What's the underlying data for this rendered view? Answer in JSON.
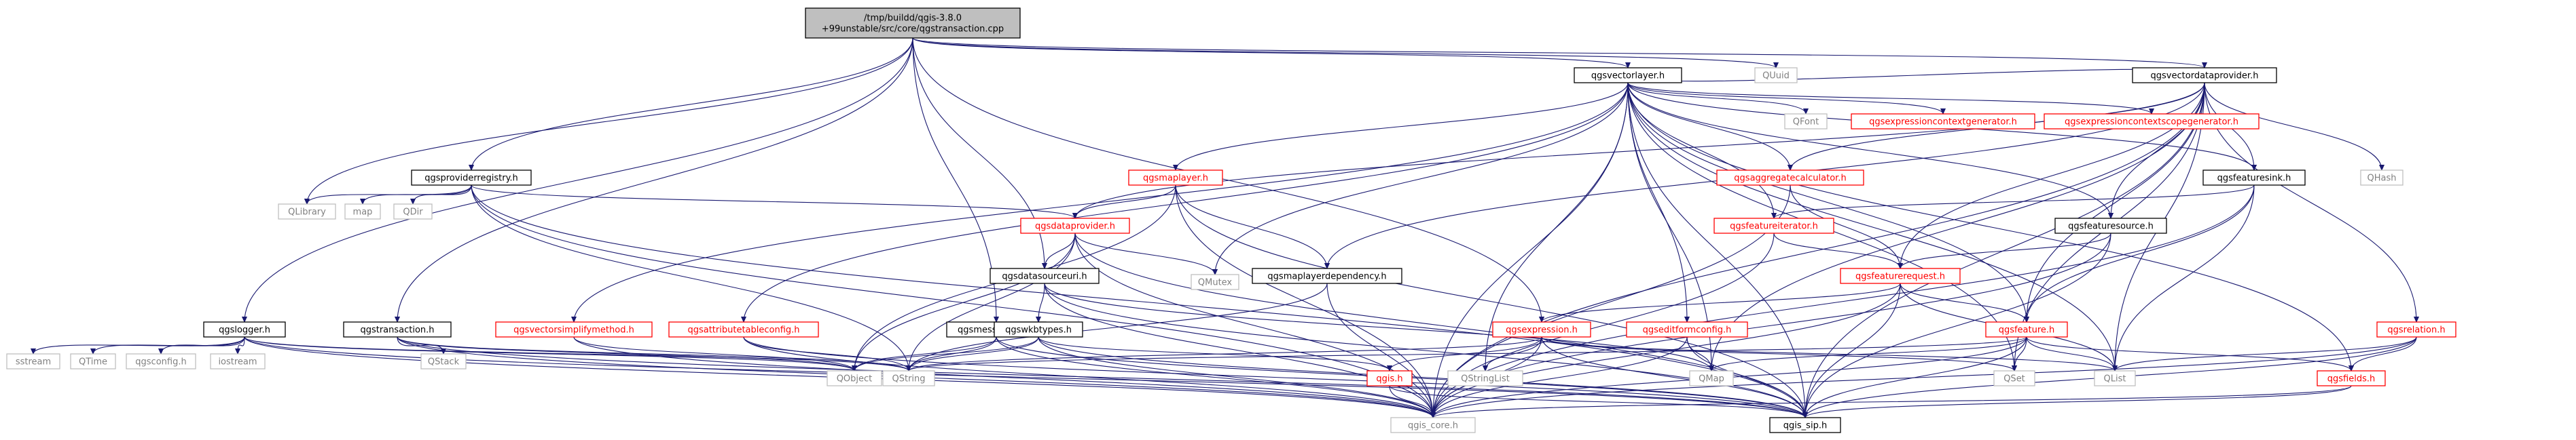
{
  "colors": {
    "edge": "#191970",
    "root_fill": "#bfbfbf",
    "documented_border": "#000000",
    "undocumented_border": "#bfbfbf",
    "undocumented_text": "#808080",
    "red_border": "#ff0000",
    "red_text": "#ff0000"
  },
  "nodes": [
    {
      "id": "root",
      "lines": [
        "/tmp/buildd/qgis-3.8.0",
        "+99unstable/src/core/qgstransaction.cpp"
      ],
      "style": "root"
    },
    {
      "id": "qgsvectorlayer",
      "lines": [
        "qgsvectorlayer.h"
      ],
      "style": "doc"
    },
    {
      "id": "quuid",
      "lines": [
        "QUuid"
      ],
      "style": "undoc"
    },
    {
      "id": "qgsproviderregistry",
      "lines": [
        "qgsproviderregistry.h"
      ],
      "style": "doc"
    },
    {
      "id": "qlibrary",
      "lines": [
        "QLibrary"
      ],
      "style": "undoc"
    },
    {
      "id": "map",
      "lines": [
        "map"
      ],
      "style": "undoc"
    },
    {
      "id": "qdir",
      "lines": [
        "QDir"
      ],
      "style": "undoc"
    },
    {
      "id": "qgslogger",
      "lines": [
        "qgslogger.h"
      ],
      "style": "doc"
    },
    {
      "id": "sstream",
      "lines": [
        "sstream"
      ],
      "style": "undoc"
    },
    {
      "id": "qtime",
      "lines": [
        "QTime"
      ],
      "style": "undoc"
    },
    {
      "id": "qgsconfig",
      "lines": [
        "qgsconfig.h"
      ],
      "style": "undoc"
    },
    {
      "id": "iostream",
      "lines": [
        "iostream"
      ],
      "style": "undoc"
    },
    {
      "id": "qgstransaction",
      "lines": [
        "qgstransaction.h"
      ],
      "style": "doc"
    },
    {
      "id": "qstack",
      "lines": [
        "QStack"
      ],
      "style": "undoc"
    },
    {
      "id": "qgsvectorsimplifymethod",
      "lines": [
        "qgsvectorsimplifymethod.h"
      ],
      "style": "red"
    },
    {
      "id": "qgsattributetableconfig",
      "lines": [
        "qgsattributetableconfig.h"
      ],
      "style": "red"
    },
    {
      "id": "qgsmessagelog",
      "lines": [
        "qgsmessagelog.h"
      ],
      "style": "doc"
    },
    {
      "id": "qgsmaplayer",
      "lines": [
        "qgsmaplayer.h"
      ],
      "style": "red"
    },
    {
      "id": "qgsdataprovider",
      "lines": [
        "qgsdataprovider.h"
      ],
      "style": "red"
    },
    {
      "id": "qgsdatasourceuri",
      "lines": [
        "qgsdatasourceuri.h"
      ],
      "style": "doc"
    },
    {
      "id": "qgswkbtypes",
      "lines": [
        "qgswkbtypes.h"
      ],
      "style": "doc"
    },
    {
      "id": "qmutex",
      "lines": [
        "QMutex"
      ],
      "style": "undoc"
    },
    {
      "id": "qgsmaplayerdependency",
      "lines": [
        "qgsmaplayerdependency.h"
      ],
      "style": "doc"
    },
    {
      "id": "qfont",
      "lines": [
        "QFont"
      ],
      "style": "undoc"
    },
    {
      "id": "qgsexpressioncontextgenerator",
      "lines": [
        "qgsexpressioncontextgenerator.h"
      ],
      "style": "red"
    },
    {
      "id": "qgsexpressioncontextscopegenerator",
      "lines": [
        "qgsexpressioncontextscopegenerator.h"
      ],
      "style": "red"
    },
    {
      "id": "qgsvectordataprovider",
      "lines": [
        "qgsvectordataprovider.h"
      ],
      "style": "doc"
    },
    {
      "id": "qhash",
      "lines": [
        "QHash"
      ],
      "style": "undoc"
    },
    {
      "id": "qgsaggregatecalculator",
      "lines": [
        "qgsaggregatecalculator.h"
      ],
      "style": "red"
    },
    {
      "id": "qgsfeatureiterator",
      "lines": [
        "qgsfeatureiterator.h"
      ],
      "style": "red"
    },
    {
      "id": "qgsfeaturesink",
      "lines": [
        "qgsfeaturesink.h"
      ],
      "style": "doc"
    },
    {
      "id": "qgsfeaturesource",
      "lines": [
        "qgsfeaturesource.h"
      ],
      "style": "doc"
    },
    {
      "id": "qgsfeaturerequest",
      "lines": [
        "qgsfeaturerequest.h"
      ],
      "style": "red"
    },
    {
      "id": "qgsexpression",
      "lines": [
        "qgsexpression.h"
      ],
      "style": "red"
    },
    {
      "id": "qgseditformconfig",
      "lines": [
        "qgseditformconfig.h"
      ],
      "style": "red"
    },
    {
      "id": "qgsfeature",
      "lines": [
        "qgsfeature.h"
      ],
      "style": "red"
    },
    {
      "id": "qgsrelation",
      "lines": [
        "qgsrelation.h"
      ],
      "style": "red"
    },
    {
      "id": "qgsfields",
      "lines": [
        "qgsfields.h"
      ],
      "style": "red"
    },
    {
      "id": "qgis",
      "lines": [
        "qgis.h"
      ],
      "style": "red"
    },
    {
      "id": "qobject",
      "lines": [
        "QObject"
      ],
      "style": "undoc"
    },
    {
      "id": "qstring",
      "lines": [
        "QString"
      ],
      "style": "undoc"
    },
    {
      "id": "qstringlist",
      "lines": [
        "QStringList"
      ],
      "style": "undoc"
    },
    {
      "id": "qmap",
      "lines": [
        "QMap"
      ],
      "style": "undoc"
    },
    {
      "id": "qset",
      "lines": [
        "QSet"
      ],
      "style": "undoc"
    },
    {
      "id": "qlist",
      "lines": [
        "QList"
      ],
      "style": "undoc"
    },
    {
      "id": "qgis_core",
      "lines": [
        "qgis_core.h"
      ],
      "style": "undoc"
    },
    {
      "id": "qgis_sip",
      "lines": [
        "qgis_sip.h"
      ],
      "style": "doc"
    }
  ],
  "edges": [
    [
      "root",
      "qgsvectorlayer"
    ],
    [
      "root",
      "quuid"
    ],
    [
      "root",
      "qgsproviderregistry"
    ],
    [
      "root",
      "qlibrary"
    ],
    [
      "root",
      "qgslogger"
    ],
    [
      "root",
      "qgstransaction"
    ],
    [
      "root",
      "qgsmessagelog"
    ],
    [
      "root",
      "qgsdatasourceuri"
    ],
    [
      "root",
      "qgsexpression"
    ],
    [
      "root",
      "qgsvectordataprovider"
    ],
    [
      "qgsproviderregistry",
      "qlibrary"
    ],
    [
      "qgsproviderregistry",
      "map"
    ],
    [
      "qgsproviderregistry",
      "qdir"
    ],
    [
      "qgsproviderregistry",
      "qgsdataprovider"
    ],
    [
      "qgsproviderregistry",
      "qstring"
    ],
    [
      "qgsproviderregistry",
      "qgis_core"
    ],
    [
      "qgsproviderregistry",
      "qgis_sip"
    ],
    [
      "qgslogger",
      "sstream"
    ],
    [
      "qgslogger",
      "qtime"
    ],
    [
      "qgslogger",
      "qgsconfig"
    ],
    [
      "qgslogger",
      "iostream"
    ],
    [
      "qgslogger",
      "qobject"
    ],
    [
      "qgslogger",
      "qstring"
    ],
    [
      "qgslogger",
      "qgis_core"
    ],
    [
      "qgslogger",
      "qgis_sip"
    ],
    [
      "qgstransaction",
      "qstack"
    ],
    [
      "qgstransaction",
      "qobject"
    ],
    [
      "qgstransaction",
      "qstring"
    ],
    [
      "qgstransaction",
      "qgis_core"
    ],
    [
      "qgstransaction",
      "qgis_sip"
    ],
    [
      "qgsvectorsimplifymethod",
      "qgis_core"
    ],
    [
      "qgsvectorsimplifymethod",
      "qobject"
    ],
    [
      "qgsattributetableconfig",
      "qgis_core"
    ],
    [
      "qgsattributetableconfig",
      "qstring"
    ],
    [
      "qgsattributetableconfig",
      "qgis_sip"
    ],
    [
      "qgsmessagelog",
      "qstring"
    ],
    [
      "qgsmessagelog",
      "qobject"
    ],
    [
      "qgsmessagelog",
      "qgis_core"
    ],
    [
      "qgsmessagelog",
      "qgis_sip"
    ],
    [
      "qgsmaplayer",
      "qgsdataprovider"
    ],
    [
      "qgsmaplayer",
      "qgsmaplayerdependency"
    ],
    [
      "qgsmaplayer",
      "qobject"
    ],
    [
      "qgsmaplayer",
      "qgis_core"
    ],
    [
      "qgsmaplayer",
      "qgis_sip"
    ],
    [
      "qgsdataprovider",
      "qgsdatasourceuri"
    ],
    [
      "qgsdataprovider",
      "qmutex"
    ],
    [
      "qgsdataprovider",
      "qobject"
    ],
    [
      "qgsdataprovider",
      "qstring"
    ],
    [
      "qgsdataprovider",
      "qgis_core"
    ],
    [
      "qgsdataprovider",
      "qgis_sip"
    ],
    [
      "qgsdatasourceuri",
      "qgswkbtypes"
    ],
    [
      "qgsdatasourceuri",
      "qmap"
    ],
    [
      "qgsdatasourceuri",
      "qgis_core"
    ],
    [
      "qgsdatasourceuri",
      "qgis_sip"
    ],
    [
      "qgswkbtypes",
      "qstring"
    ],
    [
      "qgswkbtypes",
      "qobject"
    ],
    [
      "qgswkbtypes",
      "qgis"
    ],
    [
      "qgswkbtypes",
      "qgis_core"
    ],
    [
      "qgswkbtypes",
      "qgis_sip"
    ],
    [
      "qgsmaplayerdependency",
      "qgis_core"
    ],
    [
      "qgsmaplayerdependency",
      "qstring"
    ],
    [
      "qgsvectorlayer",
      "qgsmaplayer"
    ],
    [
      "qgsvectorlayer",
      "qmutex"
    ],
    [
      "qgsvectorlayer",
      "qfont"
    ],
    [
      "qgsvectorlayer",
      "qgsexpressioncontextgenerator"
    ],
    [
      "qgsvectorlayer",
      "qgsexpressioncontextscopegenerator"
    ],
    [
      "qgsvectorlayer",
      "qgsvectordataprovider"
    ],
    [
      "qgsvectorlayer",
      "qgsvectorsimplifymethod"
    ],
    [
      "qgsvectorlayer",
      "qgsattributetableconfig"
    ],
    [
      "qgsvectorlayer",
      "qgsaggregatecalculator"
    ],
    [
      "qgsvectorlayer",
      "qgsfeatureiterator"
    ],
    [
      "qgsvectorlayer",
      "qgsfeaturesink"
    ],
    [
      "qgsvectorlayer",
      "qgsfeaturesource"
    ],
    [
      "qgsvectorlayer",
      "qgseditformconfig"
    ],
    [
      "qgsvectorlayer",
      "qgsfeature"
    ],
    [
      "qgsvectorlayer",
      "qmap"
    ],
    [
      "qgsvectorlayer",
      "qset"
    ],
    [
      "qgsvectorlayer",
      "qlist"
    ],
    [
      "qgsvectorlayer",
      "qstringlist"
    ],
    [
      "qgsvectorlayer",
      "qgis_core"
    ],
    [
      "qgsvectorlayer",
      "qgis_sip"
    ],
    [
      "qgsvectorlayer",
      "qgsfields"
    ],
    [
      "qgsvectordataprovider",
      "qhash"
    ],
    [
      "qgsvectordataprovider",
      "qgsdataprovider"
    ],
    [
      "qgsvectordataprovider",
      "qgsfeaturesink"
    ],
    [
      "qgsvectordataprovider",
      "qgsfeaturesource"
    ],
    [
      "qgsvectordataprovider",
      "qgsaggregatecalculator"
    ],
    [
      "qgsvectordataprovider",
      "qgsmaplayerdependency"
    ],
    [
      "qgsvectordataprovider",
      "qgsrelation"
    ],
    [
      "qgsvectordataprovider",
      "qgsfeaturerequest"
    ],
    [
      "qgsvectordataprovider",
      "qgsfeature"
    ],
    [
      "qgsvectordataprovider",
      "qset"
    ],
    [
      "qgsvectordataprovider",
      "qlist"
    ],
    [
      "qgsvectordataprovider",
      "qmap"
    ],
    [
      "qgsvectordataprovider",
      "qgis_core"
    ],
    [
      "qgsvectordataprovider",
      "qgis_sip"
    ],
    [
      "qgsaggregatecalculator",
      "qgsfeaturerequest"
    ],
    [
      "qgsaggregatecalculator",
      "qgis_core"
    ],
    [
      "qgsfeatureiterator",
      "qgsfeaturerequest"
    ],
    [
      "qgsfeatureiterator",
      "qgis_core"
    ],
    [
      "qgsfeaturesink",
      "qgsfeature"
    ],
    [
      "qgsfeaturesink",
      "qgsfeatureiterator"
    ],
    [
      "qgsfeaturesink",
      "qgis_core"
    ],
    [
      "qgsfeaturesink",
      "qlist"
    ],
    [
      "qgsfeaturesource",
      "qgsfeaturerequest"
    ],
    [
      "qgsfeaturesource",
      "qgis_core"
    ],
    [
      "qgsfeaturesource",
      "qgis_sip"
    ],
    [
      "qgsfeaturerequest",
      "qgsexpression"
    ],
    [
      "qgsfeaturerequest",
      "qgsfeature"
    ],
    [
      "qgsfeaturerequest",
      "qlist"
    ],
    [
      "qgsfeaturerequest",
      "qgis_core"
    ],
    [
      "qgsfeaturerequest",
      "qgis_sip"
    ],
    [
      "qgsexpression",
      "qgis"
    ],
    [
      "qgsexpression",
      "qstringlist"
    ],
    [
      "qgsexpression",
      "qset"
    ],
    [
      "qgsexpression",
      "qstring"
    ],
    [
      "qgsexpression",
      "qlist"
    ],
    [
      "qgsexpression",
      "qgis_core"
    ],
    [
      "qgsexpression",
      "qgis_sip"
    ],
    [
      "qgseditformconfig",
      "qmap"
    ],
    [
      "qgseditformconfig",
      "qgis_core"
    ],
    [
      "qgseditformconfig",
      "qgis_sip"
    ],
    [
      "qgsfeature",
      "qgsfields"
    ],
    [
      "qgsfeature",
      "qmap"
    ],
    [
      "qgsfeature",
      "qstring"
    ],
    [
      "qgsfeature",
      "qset"
    ],
    [
      "qgsfeature",
      "qlist"
    ],
    [
      "qgsfeature",
      "qgis_core"
    ],
    [
      "qgsfeature",
      "qgis_sip"
    ],
    [
      "qgsrelation",
      "qgsfields"
    ],
    [
      "qgsrelation",
      "qlist"
    ],
    [
      "qgsrelation",
      "qgis_core"
    ],
    [
      "qgsrelation",
      "qgis_sip"
    ],
    [
      "qgsfields",
      "qgis_core"
    ],
    [
      "qgsfields",
      "qgis_sip"
    ],
    [
      "qgis",
      "qgis_core"
    ],
    [
      "qgis",
      "qgis_sip"
    ]
  ]
}
